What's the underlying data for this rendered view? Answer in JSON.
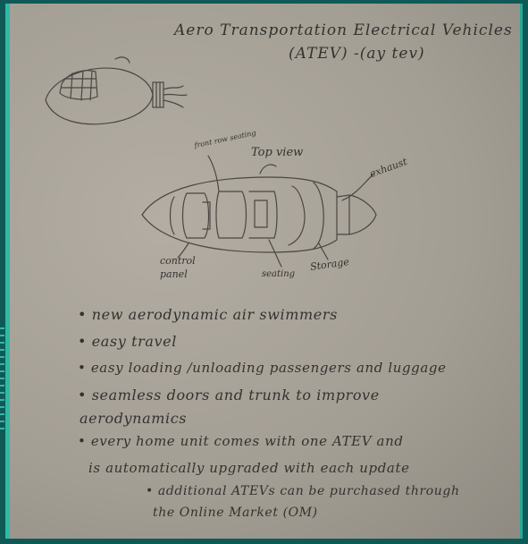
{
  "title_line1": "Aero Transportation Electrical Vehicles",
  "title_line2": "(ATEV) -(ay tev)",
  "labels": {
    "front_seating": "front row seating",
    "top_view": "Top view",
    "exhaust": "exhaust",
    "control_panel_1": "control",
    "control_panel_2": "panel",
    "seating": "seating",
    "storage": "Storage"
  },
  "notes": [
    "• new   aerodynamic   air swimmers",
    "• easy  travel",
    "• easy loading /unloading  passengers  and luggage",
    "• seamless  doors  and  trunk  to  improve",
    "aerodynamics",
    "• every   home  unit  comes with   one   ATEV   and",
    "is  automatically  upgraded with each update",
    "• additional  ATEVs  can be  purchased  through",
    "the   Online  Market  (OM)"
  ]
}
